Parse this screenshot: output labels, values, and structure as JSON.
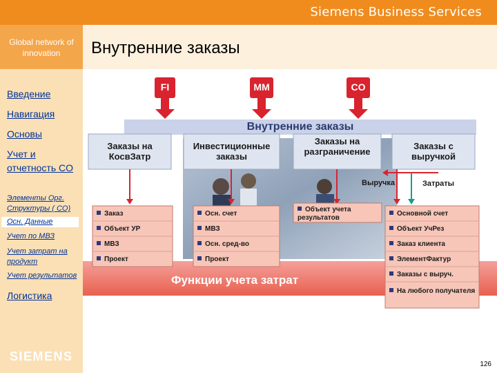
{
  "header": {
    "brand": "Siemens Business Services"
  },
  "sidebar": {
    "tagline": "Global network of innovation",
    "items": [
      {
        "label": "Введение"
      },
      {
        "label": "Навигация"
      },
      {
        "label": "Основы"
      },
      {
        "label": "Учет и отчетность CO"
      },
      {
        "label": "Элементы Орг. Структуры ( CO)"
      },
      {
        "label": "Осн. Данные"
      },
      {
        "label": "Учет по МВЗ"
      },
      {
        "label": "Учет затрат на продукт"
      },
      {
        "label": "Учет результатов"
      },
      {
        "label": "Логистика"
      }
    ],
    "logo": "SIEMENS"
  },
  "main": {
    "title": "Внутренние заказы"
  },
  "diagram": {
    "modules": [
      "FI",
      "MM",
      "CO"
    ],
    "banner": "Внутренние заказы",
    "categories": [
      "Заказы на КосвЗатр",
      "Инвестиционные заказы",
      "Заказы на разграничение",
      "Заказы с выручкой"
    ],
    "revenue_label": "Выручка",
    "costs_label": "Затраты",
    "col1_items": [
      "Заказ",
      "Объект УР",
      "МВЗ",
      "Проект"
    ],
    "col2_items": [
      "Осн. счет",
      "МВЗ",
      "Осн. сред-во",
      "Проект"
    ],
    "col3_items": [
      "Объект учета результатов"
    ],
    "col4_items": [
      "Основной счет",
      "Объект УчРез",
      "Заказ клиента",
      "ЭлементФактур",
      "Заказы с выруч.",
      "На любого получателя"
    ],
    "bottom_banner": "Функции учета затрат"
  },
  "footer": {
    "page_number": "126"
  },
  "colors": {
    "topbar": "#f08c1e",
    "sidebar": "#fbe0b5",
    "tagline_bg": "#f4a64a",
    "nav_link": "#003399",
    "arrow_red": "#d9232e",
    "arrow_teal": "#1a9b8a",
    "banner_blue": "#c9d2e8",
    "item_box": "#f7c6b8"
  }
}
